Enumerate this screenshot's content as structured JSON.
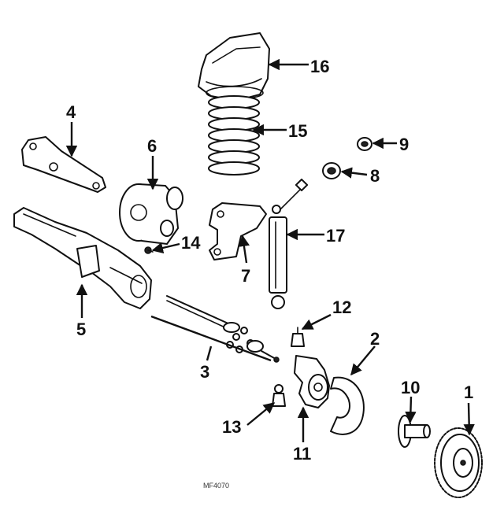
{
  "callouts": {
    "c1": "1",
    "c2": "2",
    "c3": "3",
    "c4": "4",
    "c5": "5",
    "c6": "6",
    "c7": "7",
    "c8": "8",
    "c9": "9",
    "c10": "10",
    "c11": "11",
    "c12": "12",
    "c13": "13",
    "c14": "14",
    "c15": "15",
    "c16": "16",
    "c17": "17"
  },
  "footer": {
    "code": "MF4070"
  }
}
